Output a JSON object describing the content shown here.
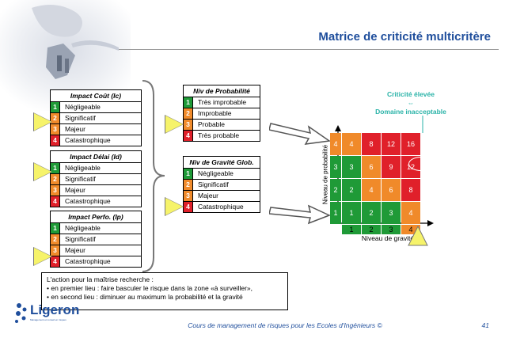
{
  "title": "Matrice de criticité multicritère",
  "colors": {
    "green": "#1f9a37",
    "orange": "#f08a2a",
    "red": "#e0202a",
    "accent_blue": "#1f4e9c",
    "teal": "#2ab3a8",
    "pointer_yellow": "#f6f36a"
  },
  "impact_cout": {
    "title": "Impact Coût (Ic)",
    "items": [
      {
        "num": "1",
        "label": "Négligeable"
      },
      {
        "num": "2",
        "label": "Significatif"
      },
      {
        "num": "3",
        "label": "Majeur"
      },
      {
        "num": "4",
        "label": "Catastrophique"
      }
    ]
  },
  "impact_delai": {
    "title": "Impact Délai (Id)",
    "items": [
      {
        "num": "1",
        "label": "Négligeable"
      },
      {
        "num": "2",
        "label": "Significatif"
      },
      {
        "num": "3",
        "label": "Majeur"
      },
      {
        "num": "4",
        "label": "Catastrophique"
      }
    ]
  },
  "impact_perfo": {
    "title": "Impact Perfo. (Ip)",
    "items": [
      {
        "num": "1",
        "label": "Négligeable"
      },
      {
        "num": "2",
        "label": "Significatif"
      },
      {
        "num": "3",
        "label": "Majeur"
      },
      {
        "num": "4",
        "label": "Catastrophique"
      }
    ]
  },
  "probabilite": {
    "title": "Niv de Probabilité",
    "items": [
      {
        "num": "1",
        "label": "Très improbable"
      },
      {
        "num": "2",
        "label": "Improbable"
      },
      {
        "num": "3",
        "label": "Probable"
      },
      {
        "num": "4",
        "label": "Très probable"
      }
    ]
  },
  "gravite": {
    "title": "Niv de Gravité Glob.",
    "items": [
      {
        "num": "1",
        "label": "Négligeable"
      },
      {
        "num": "2",
        "label": "Significatif"
      },
      {
        "num": "3",
        "label": "Majeur"
      },
      {
        "num": "4",
        "label": "Catastrophique"
      }
    ]
  },
  "matrix": {
    "rows": [
      {
        "prob": "4",
        "values": [
          "4",
          "8",
          "12",
          "16"
        ],
        "colors": [
          "orange",
          "red",
          "red",
          "red"
        ]
      },
      {
        "prob": "3",
        "values": [
          "3",
          "6",
          "9",
          "12"
        ],
        "colors": [
          "green",
          "orange",
          "red",
          "red"
        ]
      },
      {
        "prob": "2",
        "values": [
          "2",
          "4",
          "6",
          "8"
        ],
        "colors": [
          "green",
          "orange",
          "orange",
          "red"
        ]
      },
      {
        "prob": "1",
        "values": [
          "1",
          "2",
          "3",
          "4"
        ],
        "colors": [
          "green",
          "green",
          "green",
          "orange"
        ]
      }
    ],
    "gravity_labels": [
      "1",
      "2",
      "3",
      "4"
    ],
    "highlighted": "12",
    "y_axis_label": "Niveau de probabilité",
    "x_axis_label": "Niveau de gravité"
  },
  "criticite_note": {
    "line1": "Criticité élevée",
    "arrow": "⇔",
    "line2": "Domaine inacceptable"
  },
  "action_note": {
    "line1": "L'action pour la maîtrise recherche :",
    "line2": "• en premier lieu : faire basculer le risque dans la zone «à surveiller»,",
    "line3": "• en second lieu : diminuer au maximum la probabilité et la gravité"
  },
  "logo": {
    "name": "Ligeron",
    "tagline": "Management et conseil en risques"
  },
  "footer": "Cours de management de risques pour les Ecoles d'Ingénieurs ©",
  "page_number": "41"
}
